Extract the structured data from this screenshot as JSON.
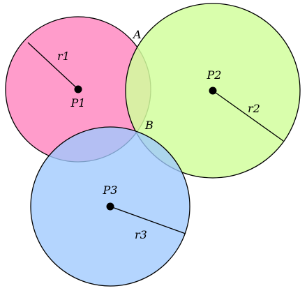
{
  "circles": [
    {
      "center_label": "P1",
      "radius_label": "r1",
      "fill": "#ff9ccb"
    },
    {
      "center_label": "P2",
      "radius_label": "r2",
      "fill": "#d2fe9e"
    },
    {
      "center_label": "P3",
      "radius_label": "r3",
      "fill": "#9fc9fe"
    }
  ],
  "intersections": [
    "A",
    "B"
  ],
  "stroke_color": "#000000"
}
